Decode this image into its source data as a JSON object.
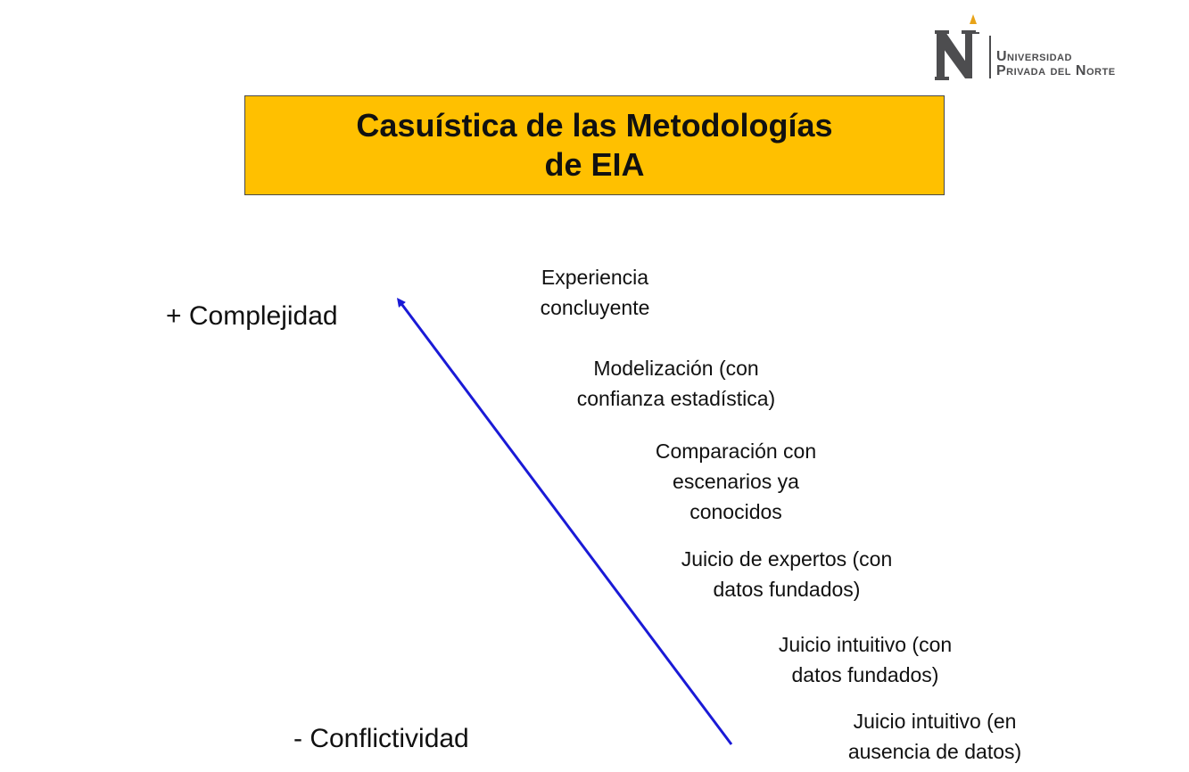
{
  "title": {
    "line1": "Casuística de las Metodologías",
    "line2": "de EIA",
    "background": "#FFC000"
  },
  "logo": {
    "line1": "Universidad",
    "line2": "Privada del Norte",
    "mark_color": "#4d4d4f",
    "accent_color": "#e8a317"
  },
  "axis": {
    "top_label": "+ Complejidad",
    "bottom_label": "- Conflictividad",
    "arrow_color": "#1a1ad6"
  },
  "methods": [
    {
      "text": "Experiencia\nconcluyente"
    },
    {
      "text": "Modelización (con\nconfianza estadística)"
    },
    {
      "text": "Comparación con\nescenarios ya\nconocidos"
    },
    {
      "text": "Juicio de expertos (con\ndatos fundados)"
    },
    {
      "text": "Juicio intuitivo (con\ndatos fundados)"
    },
    {
      "text": "Juicio intuitivo (en\nausencia de datos)"
    }
  ]
}
